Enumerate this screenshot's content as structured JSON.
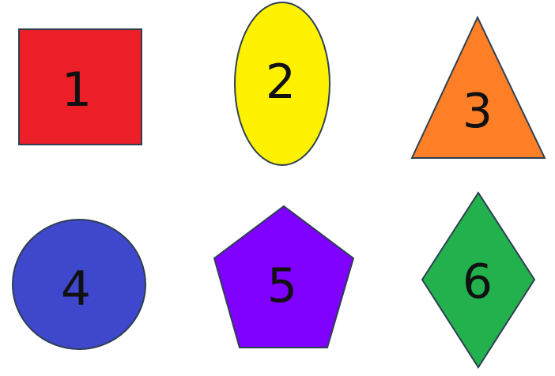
{
  "shapes": [
    {
      "id": "square",
      "number": "1",
      "color": "#ec1f28"
    },
    {
      "id": "ellipse",
      "number": "2",
      "color": "#fff200"
    },
    {
      "id": "triangle",
      "number": "3",
      "color": "#ff7f27"
    },
    {
      "id": "circle",
      "number": "4",
      "color": "#3f48cc"
    },
    {
      "id": "pentagon",
      "number": "5",
      "color": "#7f00ff"
    },
    {
      "id": "diamond",
      "number": "6",
      "color": "#22b14c"
    }
  ]
}
